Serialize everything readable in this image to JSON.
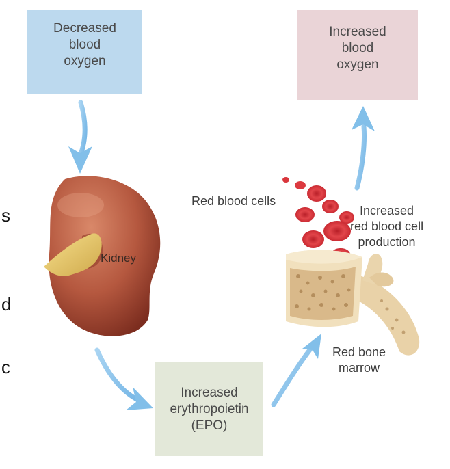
{
  "boxes": {
    "decreased_oxygen": "Decreased\nblood\noxygen",
    "increased_oxygen": "Increased\nblood\noxygen",
    "epo": "Increased\nerythropoietin\n(EPO)"
  },
  "labels": {
    "kidney": "Kidney",
    "red_blood_cells": "Red blood cells",
    "increased_production": "Increased\nred blood cell\nproduction",
    "red_bone_marrow": "Red bone\nmarrow"
  },
  "cropped_edge_letters": [
    "s",
    "d",
    "c"
  ],
  "colors": {
    "decreased_box": "#bcd9ee",
    "increased_box": "#ead4d7",
    "epo_box": "#e3e8d9",
    "arrow": "#8cc4ea",
    "kidney": "#b0563f",
    "bone": "#ecd7ae",
    "rbc": "#d9363c"
  }
}
